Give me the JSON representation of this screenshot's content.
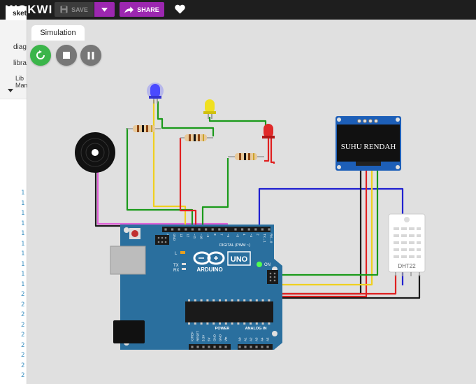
{
  "header": {
    "logo": "WOKWI",
    "save_label": "SAVE",
    "share_label": "SHARE",
    "icons": {
      "save": "floppy-disk-icon",
      "dropdown": "chevron-down-icon",
      "share": "share-arrow-icon",
      "like": "heart-icon"
    }
  },
  "sidebar": {
    "tab_label": "sket",
    "items": [
      "diag",
      "libra"
    ],
    "library_line1": "Lib",
    "library_line2": "Man",
    "line_numbers": [
      "1",
      "1",
      "1",
      "1",
      "1",
      "1",
      "1",
      "1",
      "1",
      "1",
      "2",
      "2",
      "2",
      "2",
      "2",
      "2",
      "2",
      "2",
      "2"
    ]
  },
  "simulation": {
    "tab_label": "Simulation",
    "controls": [
      "restart-icon",
      "stop-icon",
      "pause-icon"
    ]
  },
  "arduino": {
    "brand": "ARDUINO",
    "model": "UNO",
    "digital_label": "DIGITAL (PWM ~)",
    "on_label": "ON",
    "l_label": "L",
    "tx_label": "TX",
    "rx_label": "RX",
    "power_label": "POWER",
    "analog_label": "ANALOG IN",
    "top_pins": [
      "AREF",
      "GND",
      "13",
      "12",
      "~11",
      "~10",
      "~9",
      "8",
      "7",
      "~6",
      "~5",
      "4",
      "~3",
      "2",
      "TX→1",
      "RX←0"
    ],
    "bottom_pins": [
      "IOREF",
      "RESET",
      "3.3V",
      "5V",
      "GND",
      "GND",
      "Vin",
      "A0",
      "A1",
      "A2",
      "A3",
      "A4",
      "A5"
    ]
  },
  "oled": {
    "text": "SUHU RENDAH"
  },
  "dht": {
    "label": "DHT22"
  },
  "colors": {
    "accent": "#9c27b0",
    "board": "#2a6f9e",
    "run": "#3bb54a"
  }
}
